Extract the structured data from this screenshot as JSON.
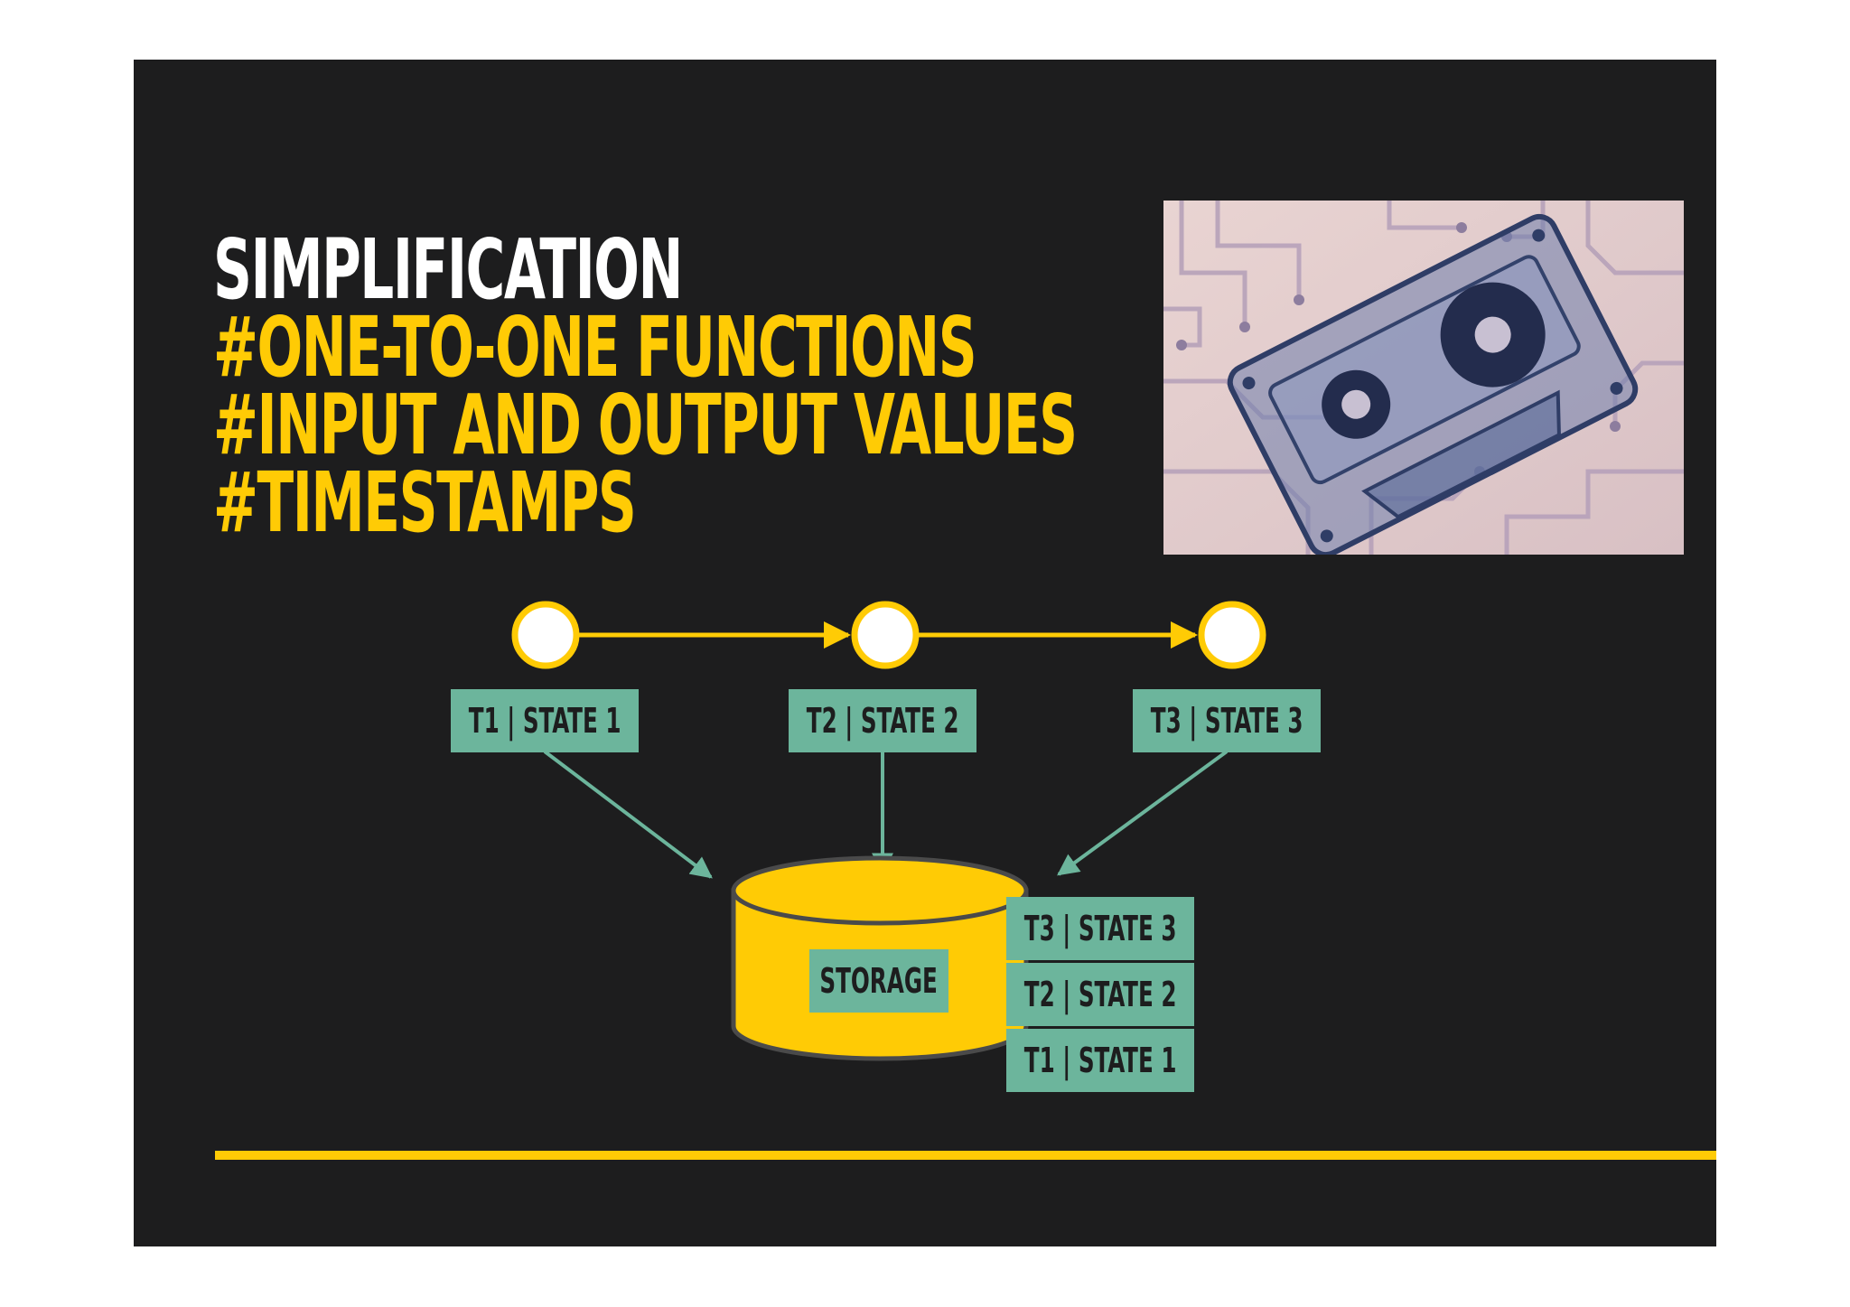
{
  "title": {
    "line1": "SIMPLIFICATION",
    "line2": "#ONE-TO-ONE FUNCTIONS",
    "line3": "#INPUT AND OUTPUT VALUES",
    "line4": "#TIMESTAMPS"
  },
  "image": {
    "icon": "cassette-tape-over-circuit-board"
  },
  "timeline": {
    "nodes": [
      {
        "label": "T1 | STATE 1"
      },
      {
        "label": "T2 | STATE 2"
      },
      {
        "label": "T3 | STATE 3"
      }
    ]
  },
  "storage": {
    "label": "STORAGE",
    "stack": [
      {
        "label": "T3 | STATE 3"
      },
      {
        "label": "T2 | STATE 2"
      },
      {
        "label": "T1 | STATE 1"
      }
    ]
  },
  "colors": {
    "background": "#1d1d1e",
    "accent_yellow": "#ffcb05",
    "teal": "#6cb59c",
    "title_white": "#ffffff"
  }
}
